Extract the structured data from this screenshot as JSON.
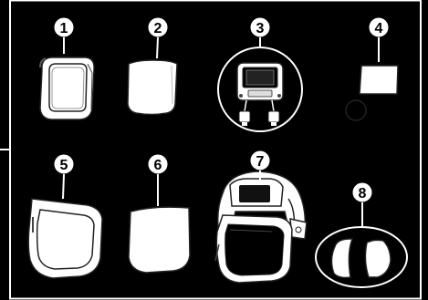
{
  "parts": [
    {
      "number": "1",
      "icon": "outer-shield-frame-icon"
    },
    {
      "number": "2",
      "icon": "outer-protection-plate-icon"
    },
    {
      "number": "3",
      "icon": "auto-darkening-filter-icon"
    },
    {
      "number": "4",
      "icon": "inside-protection-plate-icon"
    },
    {
      "number": "5",
      "icon": "visor-frame-icon"
    },
    {
      "number": "6",
      "icon": "visor-lens-icon"
    },
    {
      "number": "7",
      "icon": "welding-helmet-icon"
    },
    {
      "number": "8",
      "icon": "side-windows-icon"
    }
  ],
  "colors": {
    "background": "#000000",
    "outline": "#ffffff",
    "part_fill": "#ffffff",
    "ink": "#000000"
  }
}
